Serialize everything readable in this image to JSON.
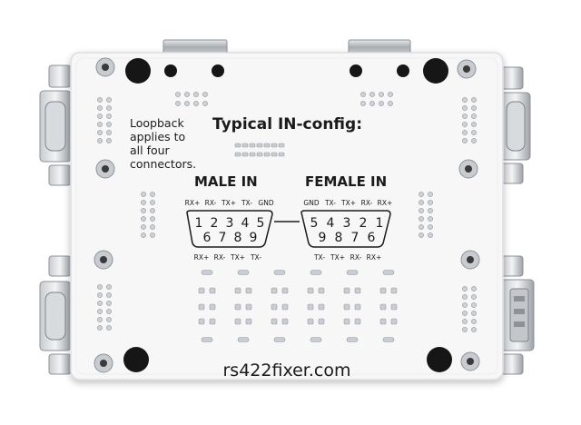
{
  "board": {
    "loopback_note": [
      "Loopback",
      "applies to",
      "all four",
      "connectors."
    ],
    "config_title": "Typical IN-config:",
    "male": {
      "title": "MALE IN",
      "top_labels": [
        "RX+",
        "RX-",
        "TX+",
        "TX-",
        "GND"
      ],
      "pins_top": [
        "1",
        "2",
        "3",
        "4",
        "5"
      ],
      "pins_bottom": [
        "6",
        "7",
        "8",
        "9"
      ],
      "bottom_labels": [
        "RX+",
        "RX-",
        "TX+",
        "TX-"
      ]
    },
    "female": {
      "title": "FEMALE IN",
      "top_labels": [
        "GND",
        "TX-",
        "TX+",
        "RX-",
        "RX+"
      ],
      "pins_top": [
        "5",
        "4",
        "3",
        "2",
        "1"
      ],
      "pins_bottom": [
        "9",
        "8",
        "7",
        "6"
      ],
      "bottom_labels": [
        "TX-",
        "TX+",
        "RX-",
        "RX+"
      ]
    },
    "website": "rs422fixer.com"
  },
  "colors": {
    "pcb": "#f7f7f8",
    "silk": "#1b1b1b",
    "metal": "#b9bdc2",
    "hole": "#161616"
  }
}
